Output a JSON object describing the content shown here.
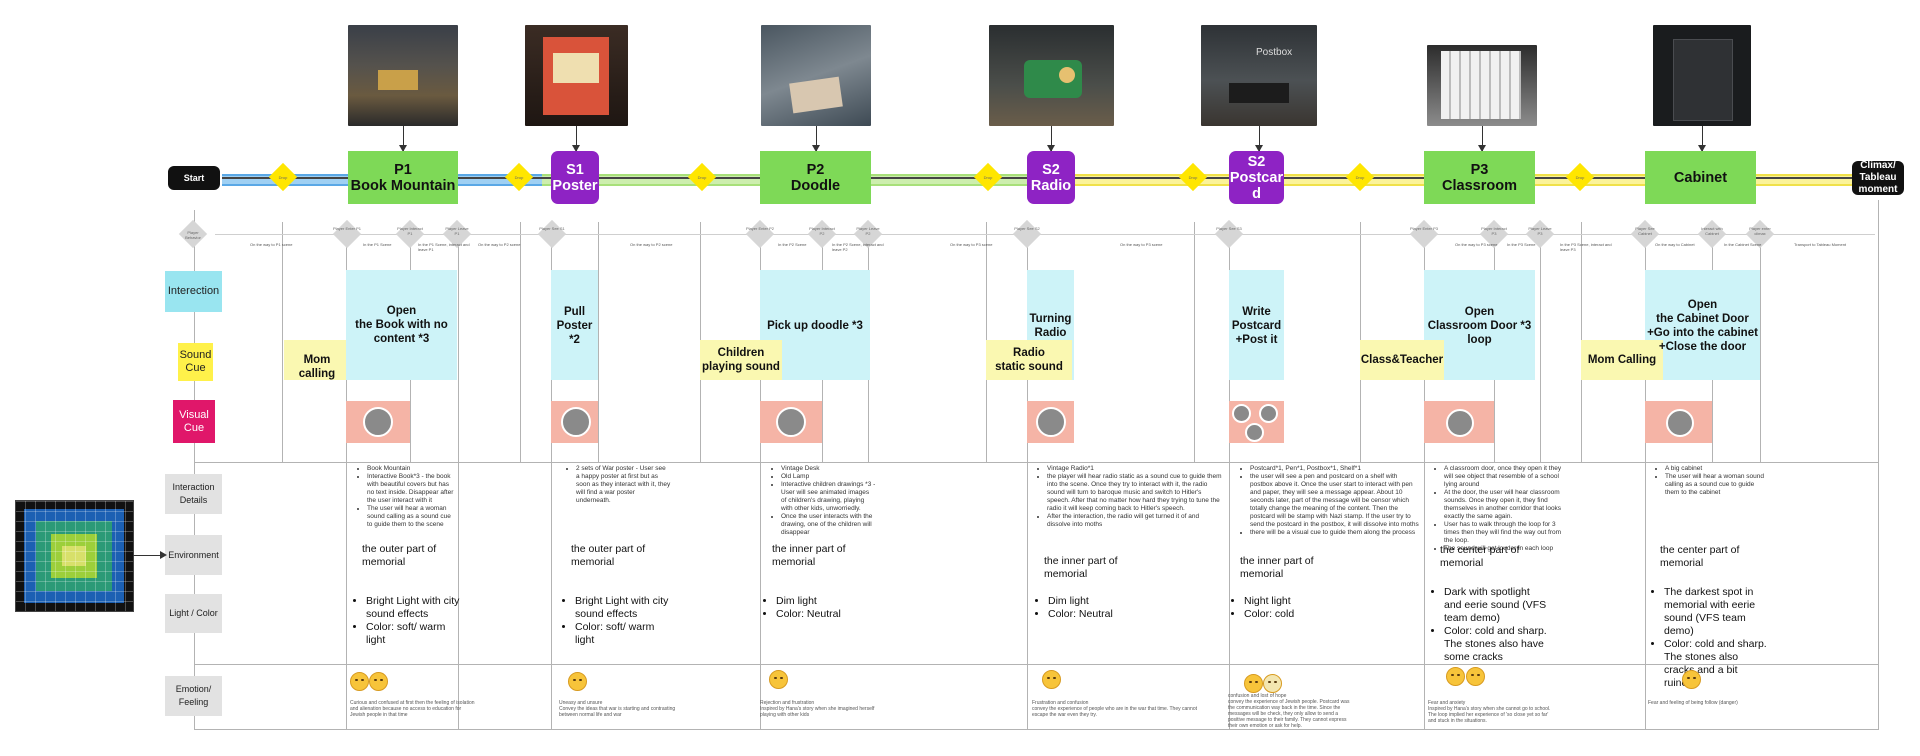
{
  "labels": {
    "start": "Start",
    "drop": "Drop",
    "player_behavior": "Player Behavior"
  },
  "nodes": [
    {
      "id": "p1",
      "text": "P1\nBook Mountain"
    },
    {
      "id": "s1",
      "text": "S1\nPoster"
    },
    {
      "id": "p2",
      "text": "P2\nDoodle"
    },
    {
      "id": "s2",
      "text": "S2\nRadio"
    },
    {
      "id": "s2p",
      "text": "S2\nPostcar\nd"
    },
    {
      "id": "p3",
      "text": "P3\nClassroom"
    },
    {
      "id": "cab",
      "text": "Cabinet"
    },
    {
      "id": "end",
      "text": "Climax/\nTableau\nmoment"
    }
  ],
  "behavior_diamonds": [
    "Player Enter P1",
    "Player Interact P1",
    "Player Leave P1",
    "Player See S1",
    "Player Enter P2",
    "Player Interact P2",
    "Player Leave P2",
    "Player See S2",
    "Player See S3",
    "Player Enter P3",
    "Player Interact P3",
    "Player Leave P3",
    "Player See Cabinet",
    "Interact with Cabinet",
    "Player enter climax"
  ],
  "way_labels": [
    "On the way to P1 scene",
    "In the P1 Scene",
    "In the P1 Scene, interact and leave P1",
    "On the way to P2 scene",
    "On the way to P2 scene",
    "In the P2 Scene",
    "In the P2 Scene, interact and leave P2",
    "On the way to P3 scene",
    "On the way to P3 scene",
    "On the way to P3 scene",
    "In the P3 Scene",
    "In the P3 Scene, interact and leave P3",
    "On the way to Cabinet",
    "In the Cabinet Scene",
    "Transport to Tableau Moment"
  ],
  "row_labels": {
    "interaction": "Interection",
    "sound": "Sound\nCue",
    "visual": "Visual\nCue",
    "details": "Interaction\nDetails",
    "environment": "Environment",
    "light": "Light / Color",
    "emotion": "Emotion/\nFeeling"
  },
  "interactions": [
    "Open\nthe Book with no\ncontent *3",
    "Pull\nPoster\n*2",
    "Pick up doodle *3",
    "Turning\nRadio",
    "Write\nPostcard\n+Post it",
    "Open\nClassroom Door *3\nloop",
    "Open\nthe Cabinet Door\n+Go into the cabinet\n+Close the door"
  ],
  "sounds": [
    "Mom calling",
    "Children\nplaying sound",
    "Radio\nstatic sound",
    "Class&Teacher",
    "Mom Calling"
  ],
  "details": [
    [
      "Book Mountain",
      "Interactive Book*3 - the book with beautiful covers but has no text inside. Disappear after the user interact with it",
      "The user will hear a woman sound calling as a sound cue to guide them to the scene"
    ],
    [
      "2 sets of War poster - User see a happy poster at first but as soon as they interact with it, they will find a war poster underneath."
    ],
    [
      "Vintage Desk",
      "Old Lamp",
      "Interactive children drawings *3 - User will see animated images of children's drawing, playing with other kids, unworriedly.",
      "Once the user interacts with the drawing, one of the children will disappear"
    ],
    [
      "Vintage Radio*1",
      "the player will hear radio static as a sound cue to guide them into the scene. Once they try to interact with it, the radio sound will turn to baroque music and switch to Hitler's speech. After that no matter how hard they trying to tune the radio it will keep coming back to Hitler's speech.",
      "After the interaction, the radio will get turned it of and dissolve into moths"
    ],
    [
      "Postcard*1, Pen*1, Postbox*1, Shelf*1",
      "the user will see a pen and postcard on a shelf with postbox above it. Once the user start to interact with pen and paper, they will see a message appear. About 10 seconds later, part of the message will be censor which totally change the meaning of the content. Then the postcard will be stamp with Nazi stamp. If the user try to send the postcard in the postbox, it will dissolve into moths",
      "there will be a visual cue to guide them along the process"
    ],
    [
      "A classroom door, once they open it they will see object that resemble of a school lying around",
      "At the door, the user will hear classroom sounds. Once they open it, they find themselves in another corridor that looks exactly the same again.",
      "User has to walk through the loop for 3 times then they will find the way out from the loop.",
      "The sound will get louder in each loop"
    ],
    [
      "A big cabinet",
      "The user will hear a woman sound calling as a sound cue to guide them to the cabinet"
    ]
  ],
  "environment": [
    "the outer part of\nmemorial",
    "the outer part of\nmemorial",
    "the inner part of\nmemorial",
    "the inner part of\nmemorial",
    "the inner part of\nmemorial",
    "the center part of\nmemorial",
    "the center part of\nmemorial"
  ],
  "light": [
    [
      "Bright Light with city sound effects",
      "Color: soft/ warm light"
    ],
    [
      "Bright Light with city sound effects",
      "Color: soft/ warm light"
    ],
    [
      "Dim light",
      "Color: Neutral"
    ],
    [
      "Dim light",
      "Color: Neutral"
    ],
    [
      "Night light",
      "Color: cold"
    ],
    [
      "Dark with spotlight and eerie sound (VFS team demo)",
      "Color: cold and sharp. The stones also have some cracks"
    ],
    [
      "The darkest spot in memorial with eerie sound (VFS team demo)",
      "Color: cold and sharp. The stones also cracks and a bit ruined"
    ]
  ],
  "emotions": [
    "Curious and confused at first then the feeling of isolation and alienation because no access to education for Jewish people in that time",
    "Uneasy and unsure\nConvey the ideas that war is starting and contrasting between normal life and war",
    "Rejection and frustration\nInspired by Hana's story when she imagined herself playing with other kids",
    "Frustration and confusion\nconvey the experience of people who are in the war that time. They cannot escape the war even they try.",
    "confusion and lost of hope\nconvey the experience of Jewish people. Postcard was the communication way back in the time. Since the messages will be check, they only allow to send a positive message to their family. They cannot express their own emotion or ask for help.",
    "Fear and anxiety\nInspired by Hana's story when she cannot go to school. The loop implied her experience of 'so close yet so far' and stuck in the situations.",
    "Fear and feeling of being follow (danger)"
  ],
  "colors": {
    "green": "#7ed957",
    "purple": "#8e23c4",
    "cyan": "#cdf3f8",
    "yellow": "#faf8b1",
    "pink": "#f5b4a6",
    "magenta": "#e0176a",
    "lane_blue": "#5aa8e6",
    "lane_green": "#a8e07a",
    "lane_yellow": "#f7ec5a"
  }
}
